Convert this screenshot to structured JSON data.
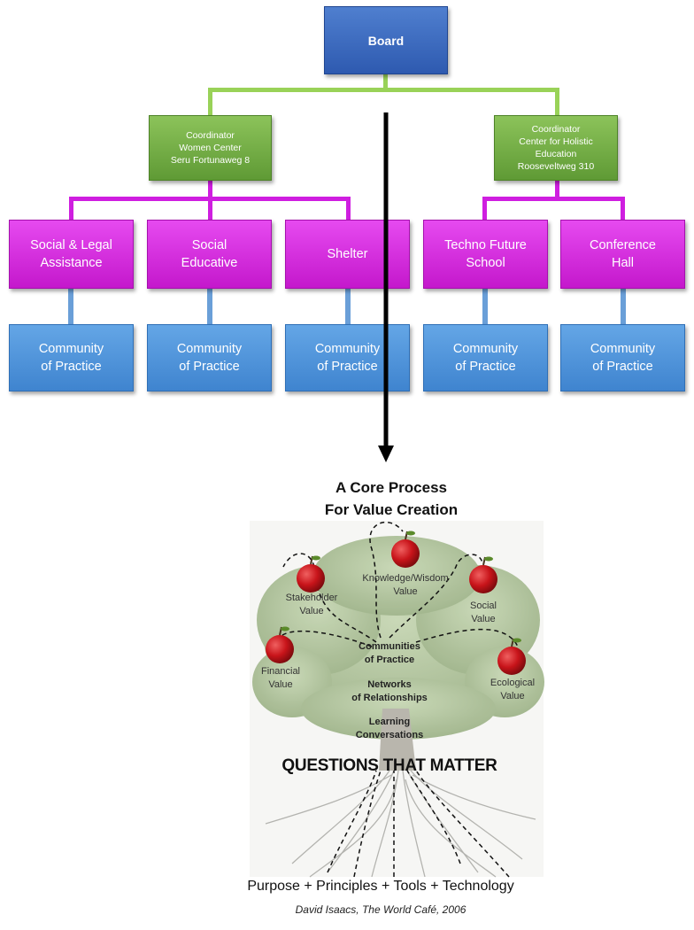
{
  "org_chart": {
    "board": "Board",
    "coordinators": [
      {
        "lines": [
          "Coordinator",
          "Women Center",
          "Seru Fortunaweg 8"
        ]
      },
      {
        "lines": [
          "Coordinator",
          "Center for Holistic",
          "Education",
          "Rooseveltweg 310"
        ]
      }
    ],
    "departments": [
      {
        "lines": [
          "Social & Legal",
          "Assistance"
        ]
      },
      {
        "lines": [
          "Social",
          "Educative"
        ]
      },
      {
        "lines": [
          "Shelter"
        ]
      },
      {
        "lines": [
          "Techno Future",
          "School"
        ]
      },
      {
        "lines": [
          "Conference",
          "Hall"
        ]
      }
    ],
    "communities": [
      {
        "lines": [
          "Community",
          "of Practice"
        ]
      },
      {
        "lines": [
          "Community",
          "of Practice"
        ]
      },
      {
        "lines": [
          "Community",
          "of Practice"
        ]
      },
      {
        "lines": [
          "Community",
          "of Practice"
        ]
      },
      {
        "lines": [
          "Community",
          "of Practice"
        ]
      }
    ]
  },
  "value_tree": {
    "heading_lines": [
      "A Core Process",
      "For Value Creation"
    ],
    "values": {
      "stakeholder": [
        "Stakeholder",
        "Value"
      ],
      "knowledge": [
        "Knowledge/Wisdom",
        "Value"
      ],
      "social": [
        "Social",
        "Value"
      ],
      "financial": [
        "Financial",
        "Value"
      ],
      "ecological": [
        "Ecological",
        "Value"
      ]
    },
    "layers": {
      "communities": [
        "Communities",
        "of Practice"
      ],
      "networks": [
        "Networks",
        "of Relationships"
      ],
      "conversations": [
        "Learning",
        "Conversations"
      ]
    },
    "questions": "QUESTIONS THAT MATTER",
    "footer": "Purpose + Principles + Tools + Technology",
    "credit": "David Isaacs, The World Café, 2006"
  },
  "colors": {
    "board": "#3a68c0",
    "coordinator": "#72ad44",
    "department": "#d62fe0",
    "community": "#4f93da",
    "connector_green": "#99d258",
    "connector_magenta": "#cf1ee0",
    "connector_blue": "#6a9fd8",
    "apple": "#c8141a"
  }
}
